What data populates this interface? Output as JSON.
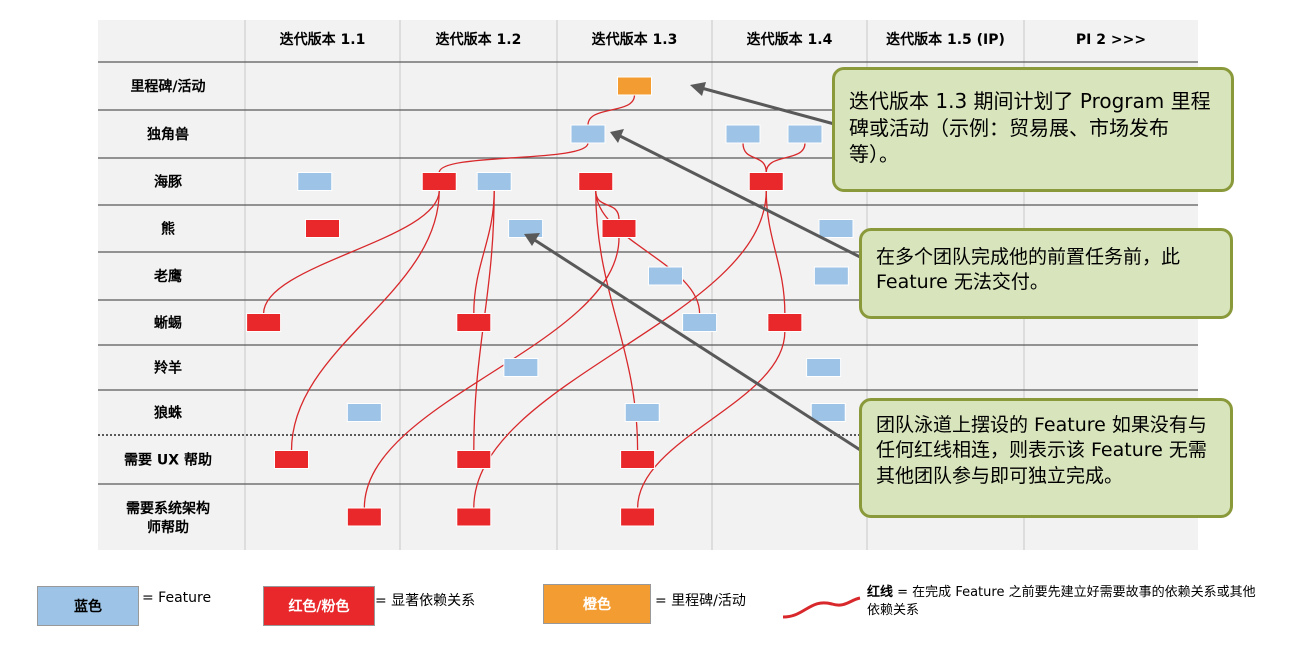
{
  "columns": [
    "迭代版本 1.1",
    "迭代版本 1.2",
    "迭代版本 1.3",
    "迭代版本 1.4",
    "迭代版本 1.5 (IP)",
    "PI 2 >>>"
  ],
  "rows": [
    "里程碑/活动",
    "独角兽",
    "海豚",
    "熊",
    "老鹰",
    "蜥蜴",
    "羚羊",
    "狼蛛",
    "需要 UX 帮助",
    "需要系统架构师帮助"
  ],
  "colors": {
    "feature": "#9dc3e6",
    "dependency": "#e8282b",
    "milestone": "#f39c32",
    "red_line": "#d8282b",
    "callout_fill": "#d8e4bc",
    "callout_border": "#8a9a3b",
    "arrow": "#595959"
  },
  "items": [
    {
      "type": "milestone",
      "row": 0,
      "col": 2.5
    },
    {
      "type": "feature",
      "row": 1,
      "col": 2.2
    },
    {
      "type": "feature",
      "row": 1,
      "col": 3.2
    },
    {
      "type": "feature",
      "row": 1,
      "col": 3.6
    },
    {
      "type": "feature",
      "row": 2,
      "col": 0.45
    },
    {
      "type": "dependency",
      "row": 2,
      "col": 1.25
    },
    {
      "type": "feature",
      "row": 2,
      "col": 1.6
    },
    {
      "type": "dependency",
      "row": 2,
      "col": 2.25
    },
    {
      "type": "dependency",
      "row": 2,
      "col": 3.35
    },
    {
      "type": "dependency",
      "row": 3,
      "col": 0.5
    },
    {
      "type": "feature",
      "row": 3,
      "col": 1.8
    },
    {
      "type": "dependency",
      "row": 3,
      "col": 2.4
    },
    {
      "type": "feature",
      "row": 3,
      "col": 3.8
    },
    {
      "type": "feature",
      "row": 4,
      "col": 2.7
    },
    {
      "type": "feature",
      "row": 4,
      "col": 3.77
    },
    {
      "type": "dependency",
      "row": 5,
      "col": 0.12
    },
    {
      "type": "dependency",
      "row": 5,
      "col": 1.47
    },
    {
      "type": "feature",
      "row": 5,
      "col": 2.92
    },
    {
      "type": "dependency",
      "row": 5,
      "col": 3.47
    },
    {
      "type": "feature",
      "row": 6,
      "col": 1.77
    },
    {
      "type": "feature",
      "row": 6,
      "col": 3.72
    },
    {
      "type": "feature",
      "row": 7,
      "col": 0.77
    },
    {
      "type": "feature",
      "row": 7,
      "col": 2.55
    },
    {
      "type": "feature",
      "row": 7,
      "col": 3.75
    },
    {
      "type": "dependency",
      "row": 8,
      "col": 0.3
    },
    {
      "type": "dependency",
      "row": 8,
      "col": 1.47
    },
    {
      "type": "dependency",
      "row": 8,
      "col": 2.52
    },
    {
      "type": "dependency",
      "row": 9,
      "col": 0.77
    },
    {
      "type": "dependency",
      "row": 9,
      "col": 1.47
    },
    {
      "type": "dependency",
      "row": 9,
      "col": 2.52
    }
  ],
  "dependencies": [
    [
      1,
      0
    ],
    [
      5,
      1
    ],
    [
      15,
      5
    ],
    [
      24,
      5
    ],
    [
      16,
      6
    ],
    [
      25,
      6
    ],
    [
      11,
      7
    ],
    [
      26,
      7
    ],
    [
      17,
      7
    ],
    [
      27,
      11
    ],
    [
      8,
      2
    ],
    [
      8,
      3
    ],
    [
      18,
      8
    ],
    [
      29,
      18
    ],
    [
      28,
      8
    ]
  ],
  "callouts": [
    {
      "text": "迭代版本 1.3 期间计划了 Program 里程碑或活动（示例：贸易展、市场发布等）。"
    },
    {
      "text": "在多个团队完成他的前置任务前，此 Feature 无法交付。"
    },
    {
      "text": "团队泳道上摆设的 Feature 如果没有与任何红线相连，则表示该 Feature 无需其他团队参与即可独立完成。"
    }
  ],
  "legend": {
    "feature_box": "蓝色",
    "feature_text": "= Feature",
    "dependency_box": "红色/粉色",
    "dependency_text": "= 显著依赖关系",
    "milestone_box": "橙色",
    "milestone_text": "= 里程碑/活动",
    "redline_bold": "红线",
    "redline_text": "= 在完成 Feature 之前要先建立好需要故事的依赖关系或其他依赖关系"
  }
}
